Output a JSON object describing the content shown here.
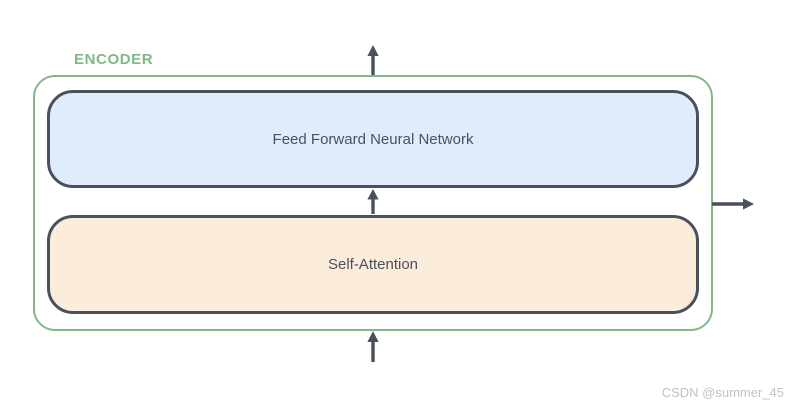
{
  "diagram": {
    "encoder_label": "ENCODER",
    "blocks": [
      {
        "id": "feed-forward",
        "label": "Feed Forward Neural Network",
        "fill": "#dfecfc"
      },
      {
        "id": "self-attention",
        "label": "Self-Attention",
        "fill": "#fcecdc"
      }
    ],
    "arrows": [
      {
        "name": "input-arrow",
        "direction": "up",
        "position": "bottom-center"
      },
      {
        "name": "inter-block-arrow",
        "direction": "up",
        "position": "between-blocks"
      },
      {
        "name": "output-arrow",
        "direction": "up",
        "position": "top-center"
      },
      {
        "name": "side-output-arrow",
        "direction": "right",
        "position": "right-middle"
      }
    ]
  },
  "watermark": {
    "text": "CSDN @summer_45"
  },
  "colors": {
    "green": "#82b786",
    "dark": "#4a515c",
    "blue_fill": "#dfecfc",
    "orange_fill": "#fcecdc",
    "text_dark": "#4a515c",
    "watermark_gray": "#c2c2c2",
    "background": "#ffffff"
  }
}
